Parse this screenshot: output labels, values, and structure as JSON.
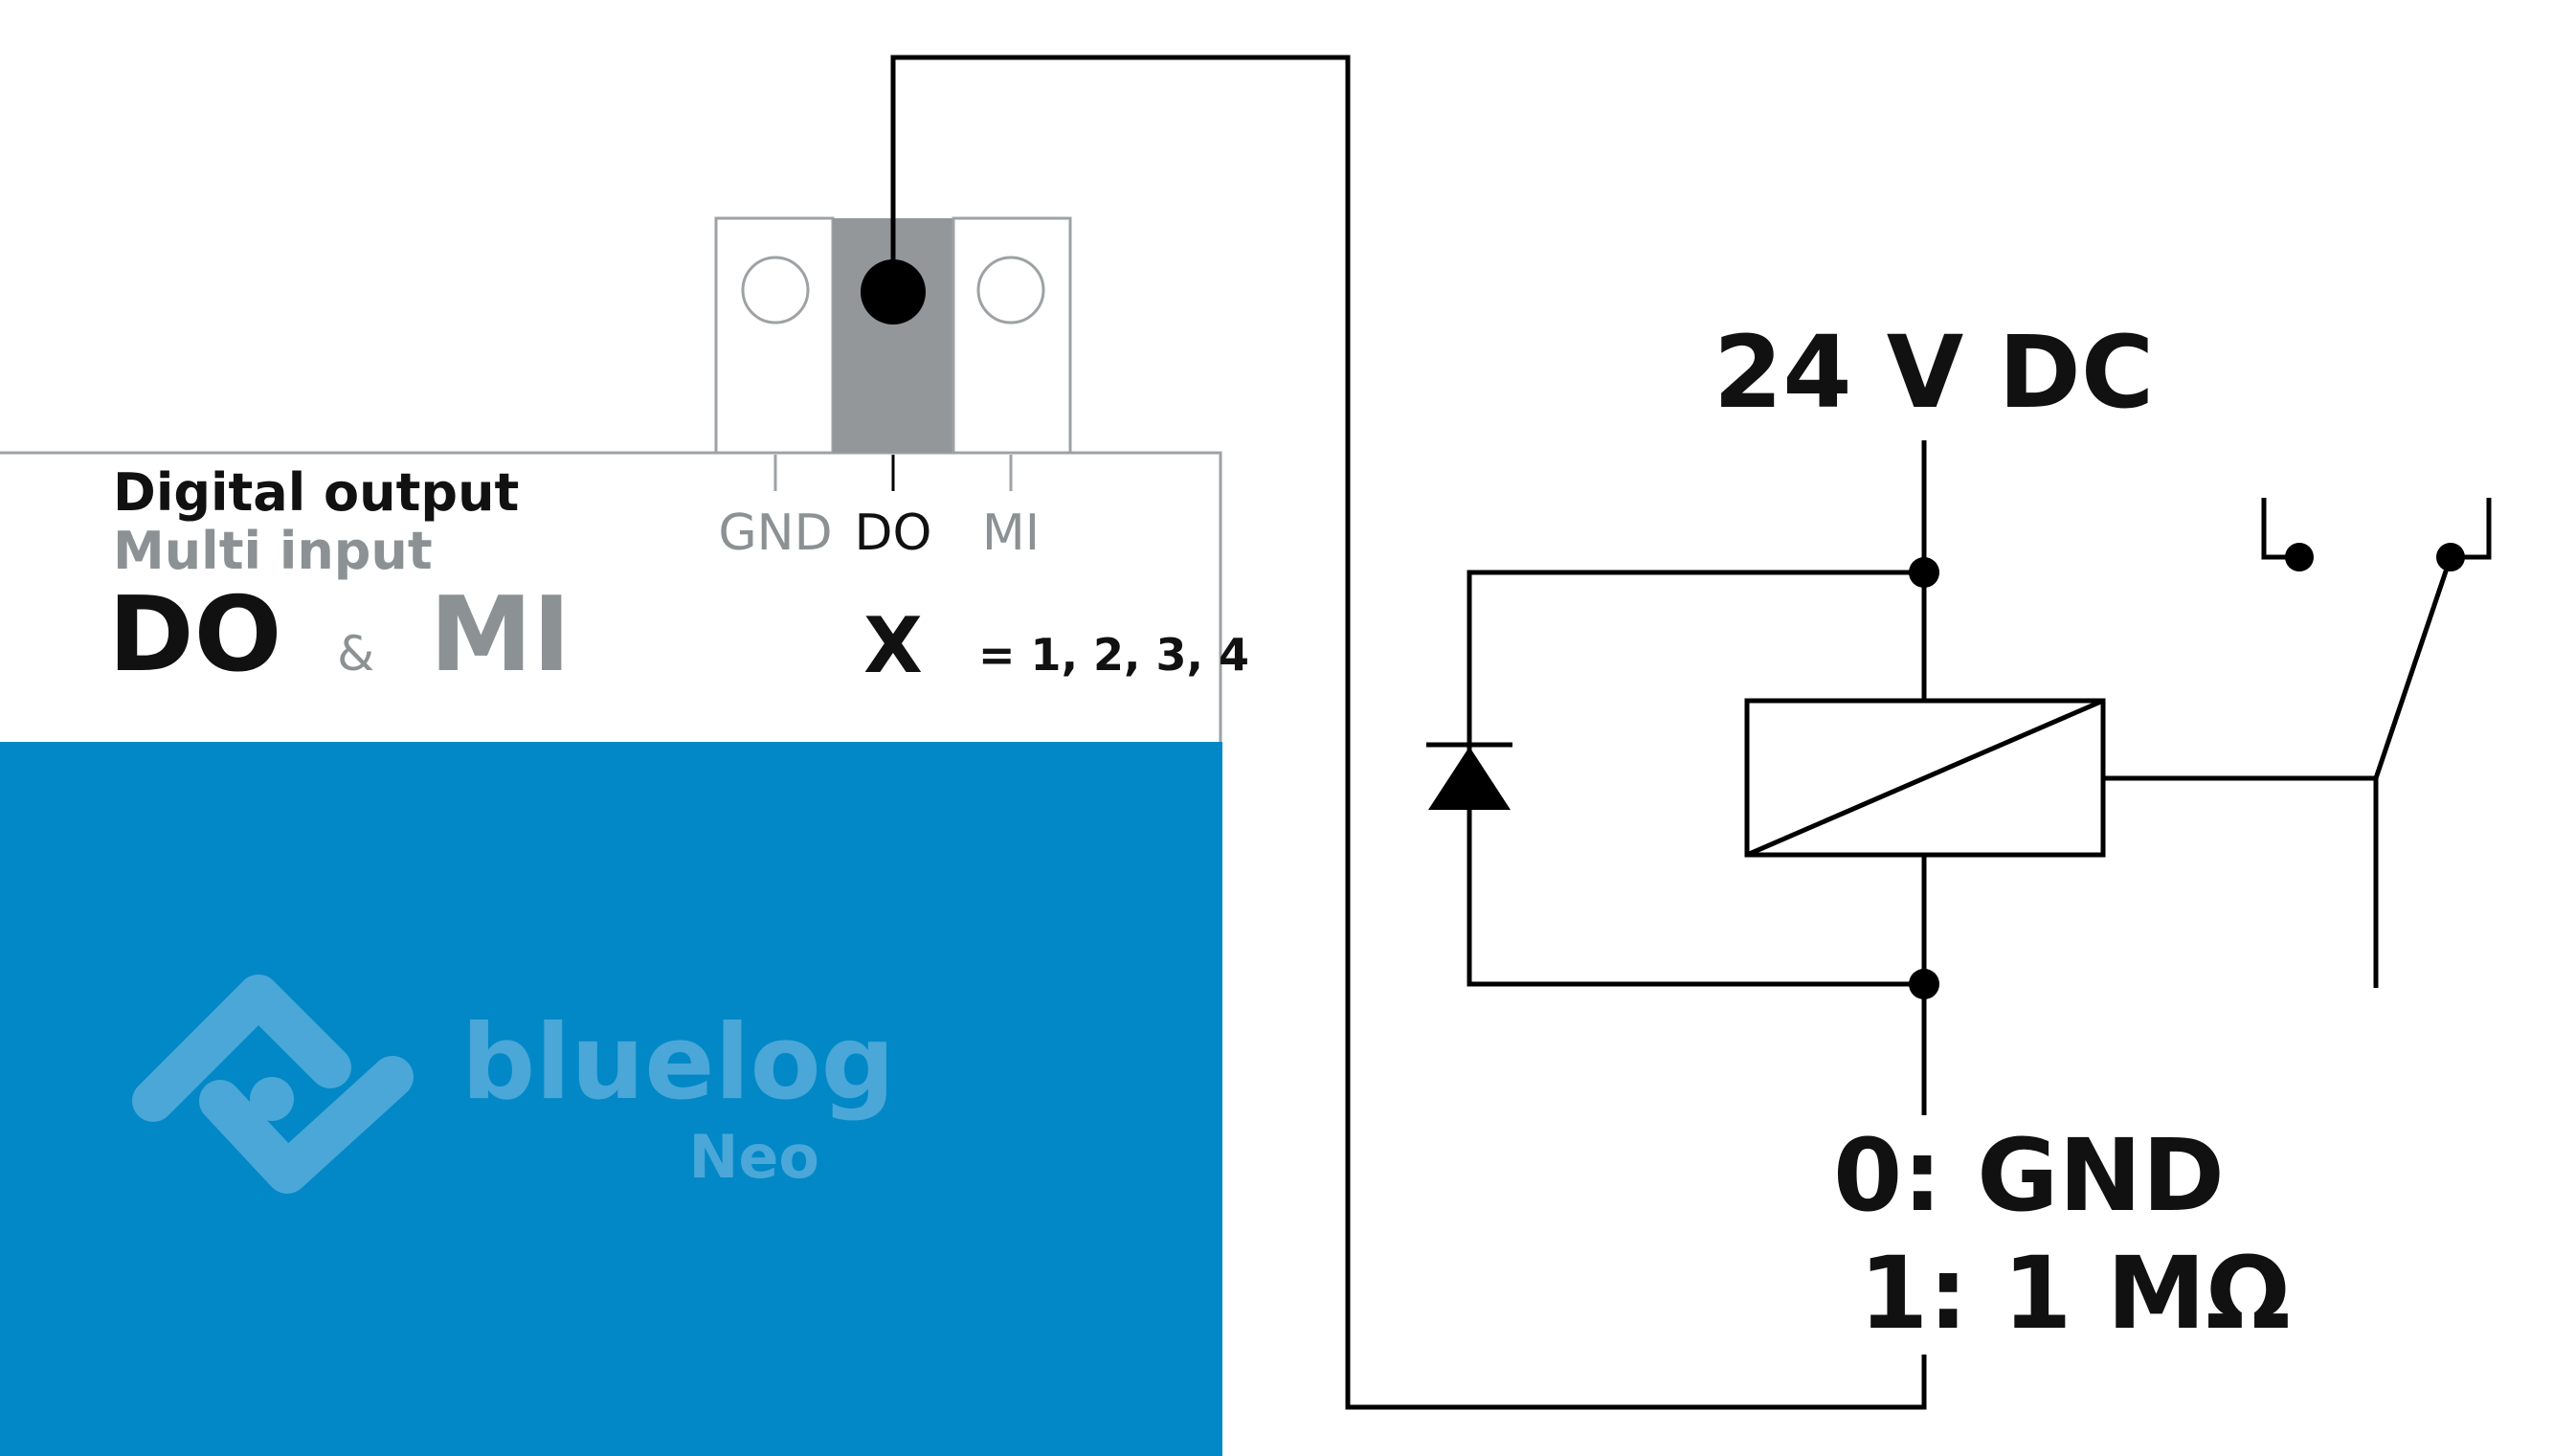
{
  "device": {
    "title": "Digital output",
    "subtitle": "Multi input",
    "code_do": "DO",
    "code_amp": "&",
    "code_mi": "MI",
    "terminals": [
      "GND",
      "DO",
      "MI"
    ],
    "port_letter": "X",
    "port_values": "= 1, 2, 3, 4",
    "brand_name": "bluelog",
    "brand_sub": "Neo",
    "colors": {
      "panel_blue": "#0288c6",
      "logo_blue": "#4aa7d8",
      "label_gray": "#8c9194",
      "connector_active": "#939799",
      "text_dark": "#111111"
    }
  },
  "circuit": {
    "supply_label": "24 V DC",
    "ground_label_0": "0: GND",
    "ground_label_1": "1: 1 MΩ"
  }
}
